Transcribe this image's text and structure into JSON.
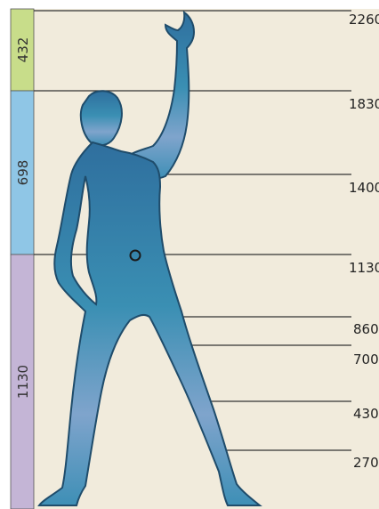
{
  "diagram": {
    "bands": [
      {
        "label": "432",
        "color": "#c8dd8a"
      },
      {
        "label": "698",
        "color": "#8fc6e6"
      },
      {
        "label": "1130",
        "color": "#c4b5d6"
      }
    ],
    "levels": [
      {
        "value": 2260,
        "label": "2260"
      },
      {
        "value": 1830,
        "label": "1830"
      },
      {
        "value": 1400,
        "label": "1400"
      },
      {
        "value": 1130,
        "label": "1130"
      },
      {
        "value": 860,
        "label": "860"
      },
      {
        "value": 700,
        "label": "700"
      },
      {
        "value": 430,
        "label": "430"
      },
      {
        "value": 270,
        "label": "270"
      }
    ],
    "figure_color": "#3f86ad",
    "background_color": "#f1ebdc"
  }
}
